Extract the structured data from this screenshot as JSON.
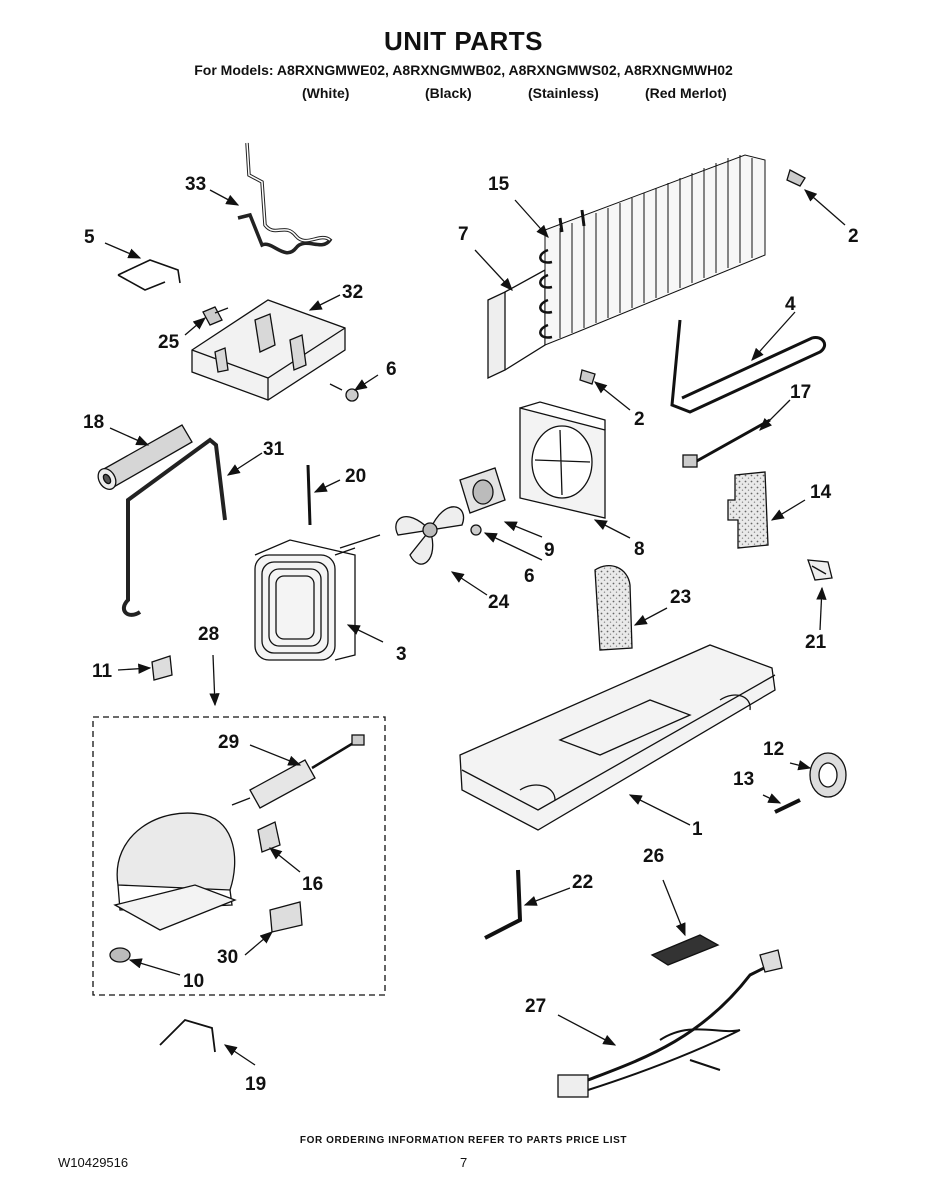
{
  "header": {
    "title": "UNIT PARTS",
    "models": "For Models: A8RXNGMWE02, A8RXNGMWB02, A8RXNGMWS02, A8RXNGMWH02",
    "variants": [
      "(White)",
      "(Black)",
      "(Stainless)",
      "(Red Merlot)"
    ]
  },
  "callouts": {
    "c1": "1",
    "c2a": "2",
    "c2b": "2",
    "c3": "3",
    "c4": "4",
    "c5": "5",
    "c6a": "6",
    "c6b": "6",
    "c7": "7",
    "c8": "8",
    "c9": "9",
    "c10": "10",
    "c11": "11",
    "c12": "12",
    "c13": "13",
    "c14": "14",
    "c15": "15",
    "c16": "16",
    "c17": "17",
    "c18": "18",
    "c19": "19",
    "c20": "20",
    "c21": "21",
    "c22": "22",
    "c23": "23",
    "c24": "24",
    "c25": "25",
    "c26": "26",
    "c27": "27",
    "c28": "28",
    "c29": "29",
    "c30": "30",
    "c31": "31",
    "c32": "32",
    "c33": "33"
  },
  "footer": {
    "ordering": "FOR ORDERING INFORMATION REFER TO PARTS PRICE LIST",
    "doc_number": "W10429516",
    "page": "7"
  }
}
